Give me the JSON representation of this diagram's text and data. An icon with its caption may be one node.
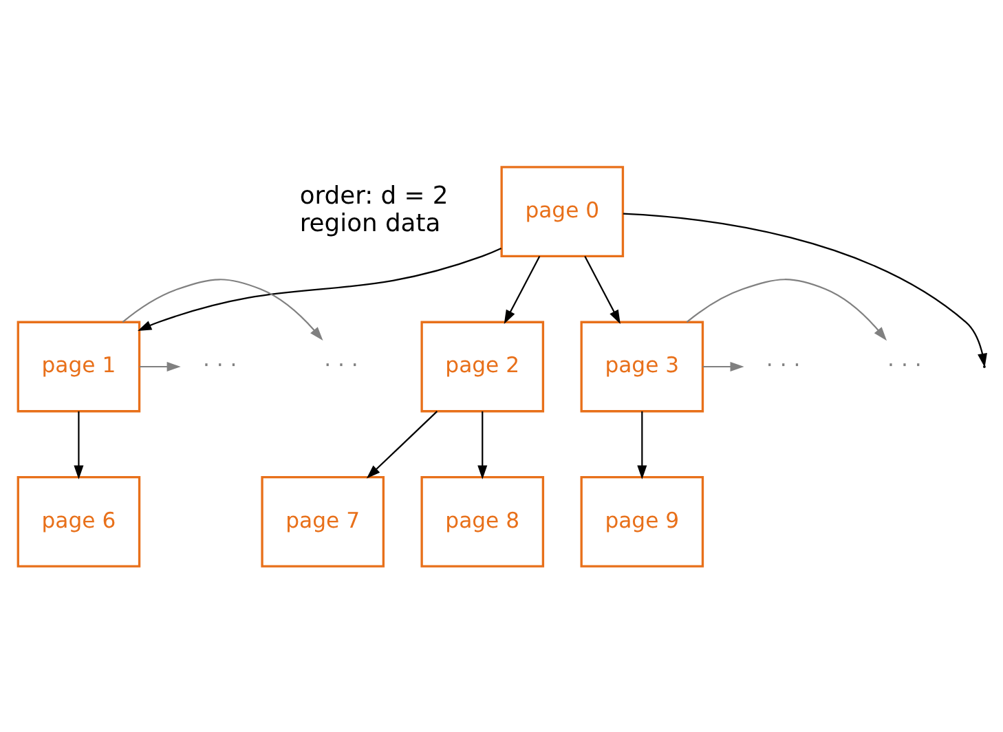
{
  "diagram": {
    "nodes": [
      {
        "text": [
          "page 0"
        ]
      },
      {
        "text": [
          "· · ·"
        ]
      },
      {
        "text": [
          "· · ·"
        ]
      },
      {
        "text": [
          "page 1"
        ]
      },
      {
        "text": [
          "page 2"
        ]
      },
      {
        "text": [
          "page 3"
        ]
      },
      {
        "text": [
          "· · ·"
        ]
      },
      {
        "text": [
          "· · ·"
        ]
      },
      {
        "text": [
          "page 6"
        ]
      },
      {
        "text": [
          "page 7"
        ]
      },
      {
        "text": [
          "page 8"
        ]
      },
      {
        "text": [
          "page 9"
        ]
      }
    ],
    "edges": [
      {
        "from": 0,
        "to": null,
        "arrow": "to"
      },
      {
        "from": 0,
        "to": 3,
        "arrow": "to"
      },
      {
        "from": 0,
        "to": 4,
        "arrow": "to"
      },
      {
        "from": 0,
        "to": 5,
        "arrow": "to"
      },
      {
        "from": 3,
        "to": 1,
        "arrow": "to",
        "color": "#808080"
      },
      {
        "from": 3,
        "to": 2,
        "arrow": "to",
        "color": "#808080"
      },
      {
        "from": 5,
        "to": 6,
        "arrow": "to",
        "color": "#808080"
      },
      {
        "from": 5,
        "to": 7,
        "arrow": "to",
        "color": "#808080"
      },
      {
        "from": 3,
        "to": 8,
        "arrow": "to"
      },
      {
        "from": 4,
        "to": 9,
        "arrow": "to"
      },
      {
        "from": 4,
        "to": 10,
        "arrow": "to"
      },
      {
        "from": 5,
        "to": 11,
        "arrow": "to"
      }
    ],
    "labels": [
      "order: d = 2",
      "region data"
    ]
  }
}
